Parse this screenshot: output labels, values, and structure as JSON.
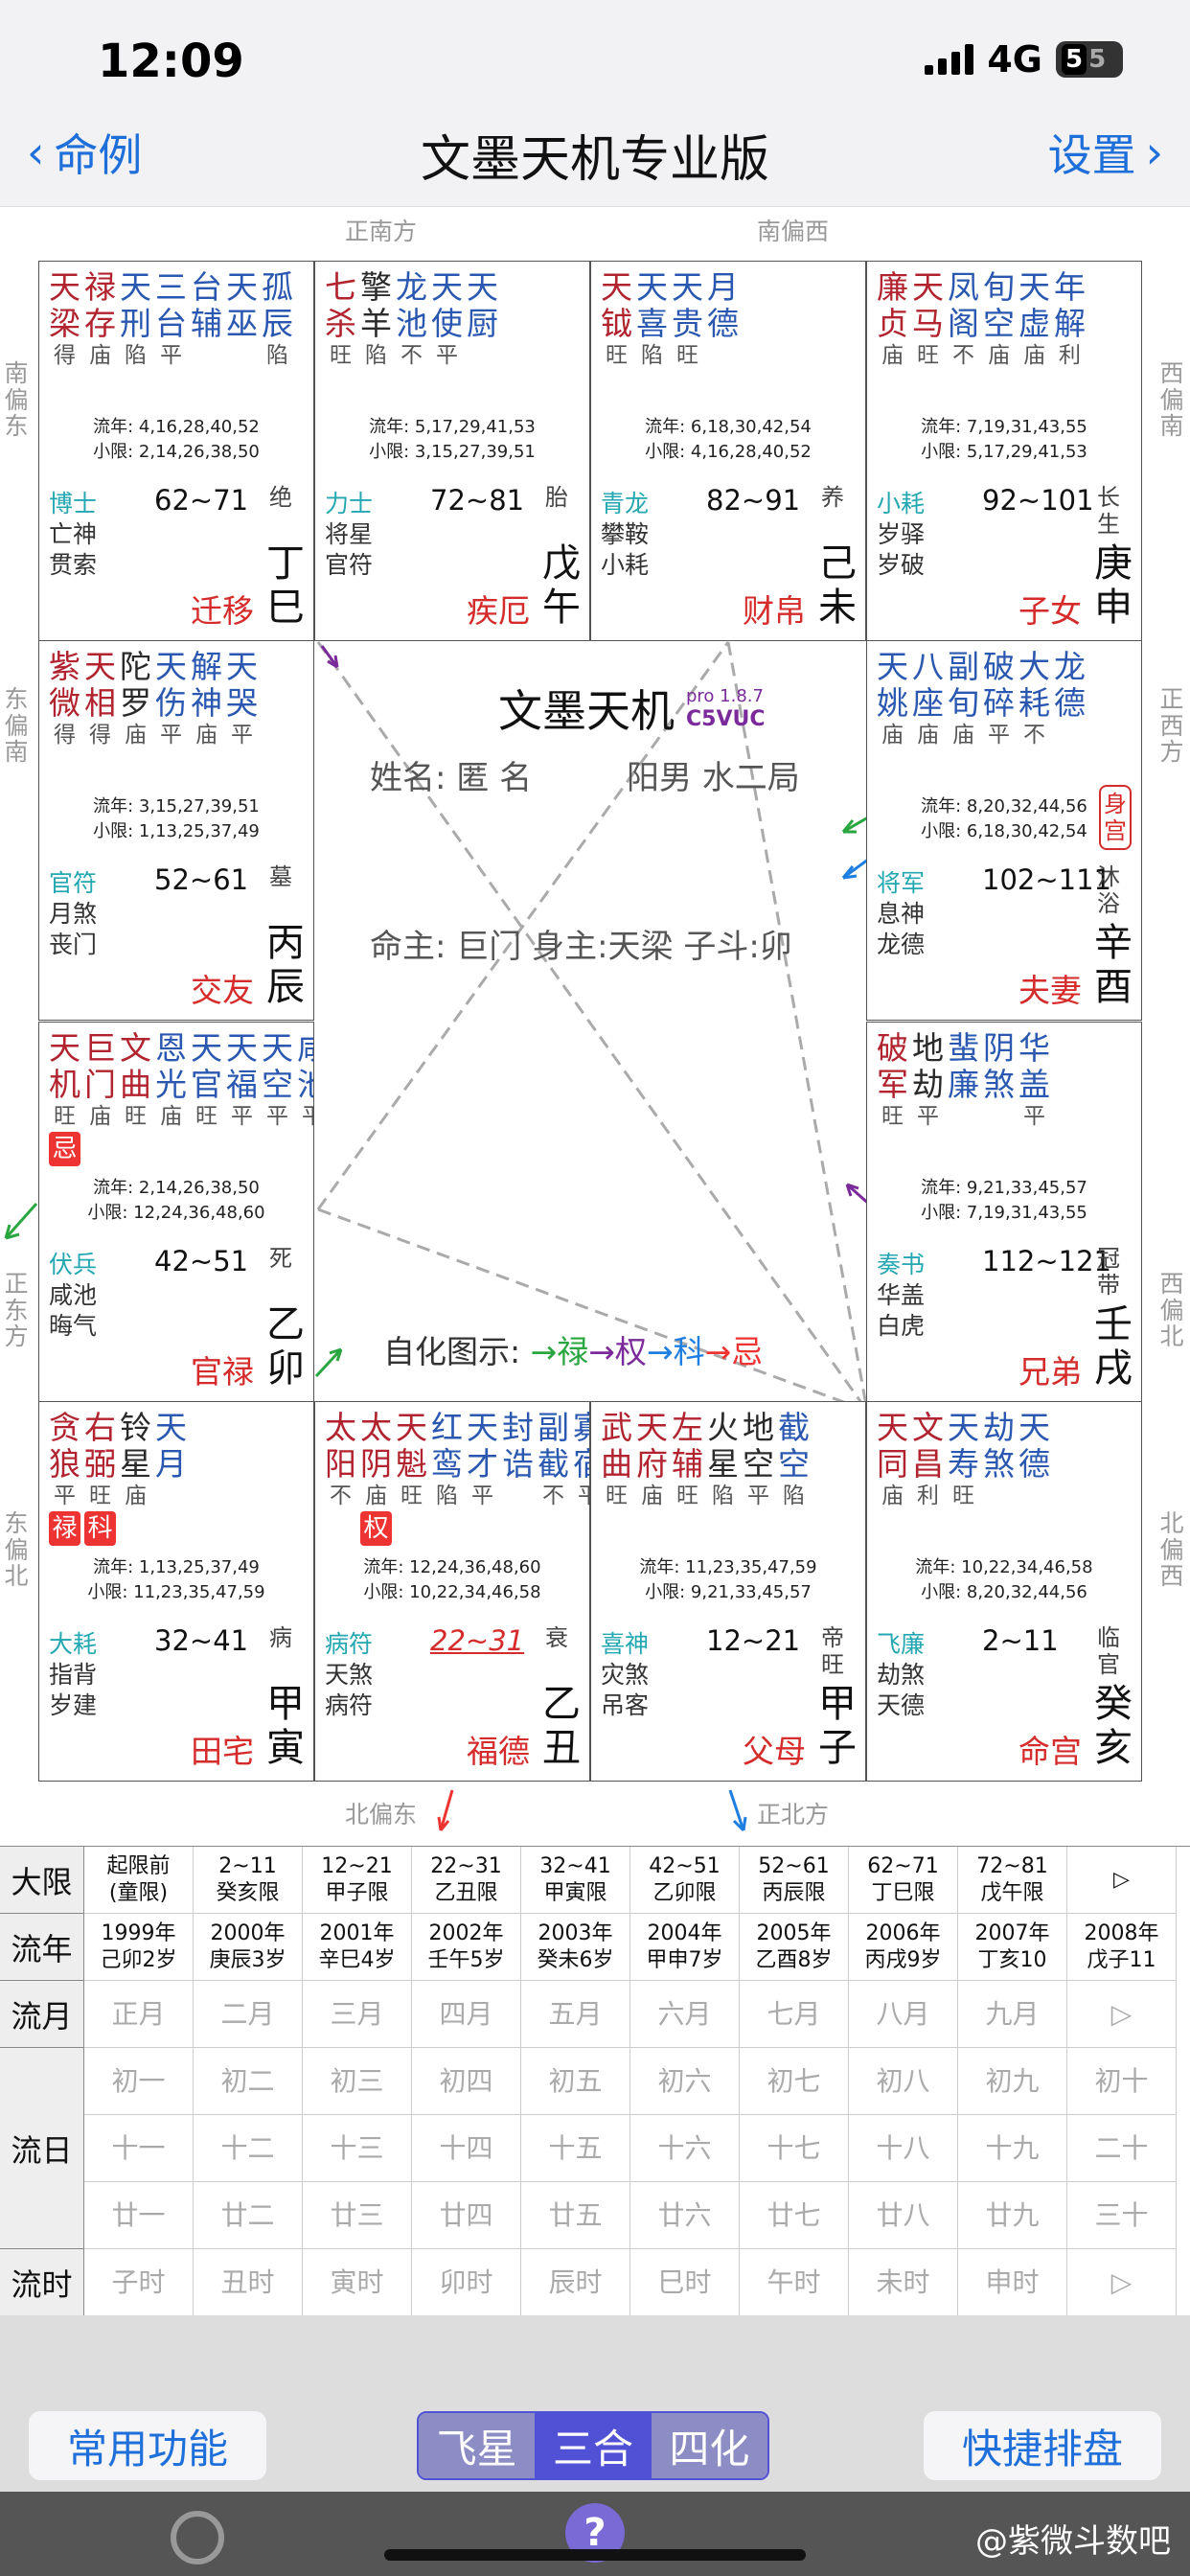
{
  "status": {
    "time": "12:09",
    "network": "4G",
    "battery_a": "5",
    "battery_b": "5"
  },
  "nav": {
    "back": "命例",
    "title": "文墨天机专业版",
    "settings": "设置"
  },
  "directions": {
    "top_left": "正南方",
    "top_right": "南偏西",
    "left1": "南偏东",
    "left2": "东偏南",
    "left3": "正东方",
    "left4": "东偏北",
    "right1": "西偏南",
    "right2": "正西方",
    "right3": "西偏北",
    "right4": "北偏西",
    "bottom_left": "北偏东",
    "bottom_right": "正北方"
  },
  "palaces": [
    {
      "stars": [
        {
          "c": "天",
          "b": "得",
          "col": "#b1232f"
        },
        {
          "c": "梁",
          "b": "",
          "col": "#b1232f"
        }
      ],
      "raw": ""
    },
    {
      "stars": [],
      "raw": ""
    }
  ],
  "center": {
    "title": "文墨天机",
    "version": "pro 1.8.7",
    "code": "C5VUC",
    "name": "姓名: 匿 名",
    "gender": "阳男 水二局",
    "ming": "命主: 巨门 身主:天梁 子斗:卯",
    "zihua_label": "自化图示:",
    "zihua_seq": [
      "→禄",
      "→权",
      "→科",
      "→忌"
    ]
  },
  "grid": {
    "labels": [
      "大限",
      "流年",
      "流月",
      "流日",
      "流时"
    ],
    "daxian": [
      [
        "起限前",
        "(童限)"
      ],
      [
        "2~11",
        "癸亥限"
      ],
      [
        "12~21",
        "甲子限"
      ],
      [
        "22~31",
        "乙丑限"
      ],
      [
        "32~41",
        "甲寅限"
      ],
      [
        "42~51",
        "乙卯限"
      ],
      [
        "52~61",
        "丙辰限"
      ],
      [
        "62~71",
        "丁巳限"
      ],
      [
        "72~81",
        "戊午限"
      ],
      [
        "▷",
        ""
      ]
    ],
    "liunian": [
      [
        "1999年",
        "己卯2岁"
      ],
      [
        "2000年",
        "庚辰3岁"
      ],
      [
        "2001年",
        "辛巳4岁"
      ],
      [
        "2002年",
        "壬午5岁"
      ],
      [
        "2003年",
        "癸未6岁"
      ],
      [
        "2004年",
        "甲申7岁"
      ],
      [
        "2005年",
        "乙酉8岁"
      ],
      [
        "2006年",
        "丙戌9岁"
      ],
      [
        "2007年",
        "丁亥10"
      ],
      [
        "2008年",
        "戊子11"
      ]
    ],
    "liuyue": [
      "正月",
      "二月",
      "三月",
      "四月",
      "五月",
      "六月",
      "七月",
      "八月",
      "九月",
      "▷"
    ],
    "liuri1": [
      "初一",
      "初二",
      "初三",
      "初四",
      "初五",
      "初六",
      "初七",
      "初八",
      "初九",
      "初十"
    ],
    "liuri2": [
      "十一",
      "十二",
      "十三",
      "十四",
      "十五",
      "十六",
      "十七",
      "十八",
      "十九",
      "二十"
    ],
    "liuri3": [
      "廿一",
      "廿二",
      "廿三",
      "廿四",
      "廿五",
      "廿六",
      "廿七",
      "廿八",
      "廿九",
      "三十"
    ],
    "liushi": [
      "子时",
      "丑时",
      "寅时",
      "卯时",
      "辰时",
      "巳时",
      "午时",
      "未时",
      "申时",
      "▷"
    ]
  },
  "tabbar": {
    "left": "常用功能",
    "seg": [
      "飞星",
      "三合",
      "四化"
    ],
    "right": "快捷排盘",
    "watermark": "@紫微斗数吧"
  },
  "cells": {
    "p0": {
      "stars": [
        [
          "天",
          "得",
          "#b1232f"
        ],
        [
          "禄",
          "庙",
          "#b1232f"
        ],
        [
          "天",
          "陷",
          "#2a58b0"
        ],
        [
          "三",
          "平",
          "#2a58b0"
        ],
        [
          "台",
          "",
          ""
        ],
        [
          "天",
          "",
          ""
        ],
        [
          "孤",
          "陷",
          "#2a58b0"
        ]
      ],
      "stars2": [
        [
          "梁",
          "",
          "#b1232f"
        ],
        [
          "存",
          "",
          "#b1232f"
        ],
        [
          "刑",
          "",
          "#2a58b0"
        ],
        [
          "台",
          "",
          "#2a58b0"
        ],
        [
          "辅",
          "",
          "#2a58b0"
        ],
        [
          "巫",
          "",
          "#2a58b0"
        ],
        [
          "辰",
          "",
          "#2a58b0"
        ]
      ],
      "flow1": "流年: 4,16,28,40,52",
      "flow2": "小限: 2,14,26,38,50",
      "shen": "博士",
      "sha1": "亡神",
      "sha2": "贯索",
      "range": "62~71",
      "stage": "绝",
      "pname": "迁移",
      "gz": "丁巳"
    },
    "p1": {
      "flow1": "流年: 5,17,29,41,53",
      "flow2": "小限: 3,15,27,39,51",
      "shen": "力士",
      "sha1": "将星",
      "sha2": "官符",
      "range": "72~81",
      "stage": "胎",
      "pname": "疾厄",
      "gz": "戊午"
    },
    "p2": {
      "flow1": "流年: 6,18,30,42,54",
      "flow2": "小限: 4,16,28,40,52",
      "shen": "青龙",
      "sha1": "攀鞍",
      "sha2": "小耗",
      "range": "82~91",
      "stage": "养",
      "pname": "财帛",
      "gz": "己未"
    },
    "p3": {
      "flow1": "流年: 7,19,31,43,55",
      "flow2": "小限: 5,17,29,41,53",
      "shen": "小耗",
      "sha1": "岁驿",
      "sha2": "岁破",
      "range": "92~101",
      "stage": "长生",
      "pname": "子女",
      "gz": "庚申"
    },
    "p4": {
      "flow1": "流年: 3,15,27,39,51",
      "flow2": "小限: 1,13,25,37,49",
      "shen": "官符",
      "sha1": "月煞",
      "sha2": "丧门",
      "range": "52~61",
      "stage": "墓",
      "pname": "交友",
      "gz": "丙辰"
    },
    "p5": {
      "flow1": "流年: 8,20,32,44,56",
      "flow2": "小限: 6,18,30,42,54",
      "shen": "将军",
      "sha1": "息神",
      "sha2": "龙德",
      "range": "102~111",
      "stage": "沐浴",
      "pname": "夫妻",
      "gz": "辛酉",
      "shengong": "身宫"
    },
    "p6": {
      "flow1": "流年: 2,14,26,38,50",
      "flow2": "小限: 12,24,36,48,60",
      "shen": "伏兵",
      "sha1": "咸池",
      "sha2": "晦气",
      "range": "42~51",
      "stage": "死",
      "pname": "官禄",
      "gz": "乙卯"
    },
    "p7": {
      "flow1": "流年: 9,21,33,45,57",
      "flow2": "小限: 7,19,31,43,55",
      "shen": "奏书",
      "sha1": "华盖",
      "sha2": "白虎",
      "range": "112~121",
      "stage": "冠带",
      "pname": "兄弟",
      "gz": "壬戌"
    },
    "p8": {
      "flow1": "流年: 1,13,25,37,49",
      "flow2": "小限: 11,23,35,47,59",
      "shen": "大耗",
      "sha1": "指背",
      "sha2": "岁建",
      "range": "32~41",
      "stage": "病",
      "pname": "田宅",
      "gz": "甲寅"
    },
    "p9": {
      "flow1": "流年: 12,24,36,48,60",
      "flow2": "小限: 10,22,34,46,58",
      "shen": "病符",
      "sha1": "天煞",
      "sha2": "病符",
      "range": "22~31",
      "stage": "衰",
      "pname": "福德",
      "gz": "乙丑"
    },
    "p10": {
      "flow1": "流年: 11,23,35,47,59",
      "flow2": "小限: 9,21,33,45,57",
      "shen": "喜神",
      "sha1": "灾煞",
      "sha2": "吊客",
      "range": "12~21",
      "stage": "帝旺",
      "pname": "父母",
      "gz": "甲子"
    },
    "p11": {
      "flow1": "流年: 10,22,34,46,58",
      "flow2": "小限: 8,20,32,44,56",
      "shen": "飞廉",
      "sha1": "劫煞",
      "sha2": "天德",
      "range": "2~11",
      "stage": "临官",
      "pname": "命宫",
      "gz": "癸亥"
    }
  },
  "starsets": {
    "p0": {
      "top": [
        "天",
        "禄",
        "天",
        "三",
        "台",
        "天",
        "孤"
      ],
      "bot": [
        "梁",
        "存",
        "刑",
        "台",
        "辅",
        "巫",
        "辰"
      ],
      "br": [
        "得",
        "庙",
        "陷",
        "平",
        "",
        "",
        "陷"
      ],
      "col": [
        "#b1232f",
        "#b1232f",
        "#2a58b0",
        "#2a58b0",
        "#2a58b0",
        "#2a58b0",
        "#2a58b0"
      ]
    },
    "p1": {
      "top": [
        "七",
        "擎",
        "龙",
        "天",
        "天"
      ],
      "bot": [
        "杀",
        "羊",
        "池",
        "使",
        "厨"
      ],
      "br": [
        "旺",
        "陷",
        "不",
        "平",
        ""
      ],
      "col": [
        "#b1232f",
        "#2a2a2a",
        "#2a58b0",
        "#2a58b0",
        "#2a58b0"
      ]
    },
    "p2": {
      "top": [
        "天",
        "天",
        "天",
        "月"
      ],
      "bot": [
        "钺",
        "喜",
        "贵",
        "德"
      ],
      "br": [
        "旺",
        "陷",
        "旺",
        ""
      ],
      "col": [
        "#b1232f",
        "#2a58b0",
        "#2a58b0",
        "#2a58b0"
      ]
    },
    "p3": {
      "top": [
        "廉",
        "天",
        "凤",
        "旬",
        "天",
        "年"
      ],
      "bot": [
        "贞",
        "马",
        "阁",
        "空",
        "虚",
        "解"
      ],
      "br": [
        "庙",
        "旺",
        "不",
        "庙",
        "庙",
        "利"
      ],
      "col": [
        "#b1232f",
        "#b1232f",
        "#2a58b0",
        "#2a58b0",
        "#2a58b0",
        "#2a58b0"
      ]
    },
    "p4": {
      "top": [
        "紫",
        "天",
        "陀",
        "天",
        "解",
        "天"
      ],
      "bot": [
        "微",
        "相",
        "罗",
        "伤",
        "神",
        "哭"
      ],
      "br": [
        "得",
        "得",
        "庙",
        "平",
        "庙",
        "平"
      ],
      "col": [
        "#b1232f",
        "#b1232f",
        "#2a2a2a",
        "#2a58b0",
        "#2a58b0",
        "#2a58b0"
      ]
    },
    "p5": {
      "top": [
        "天",
        "八",
        "副",
        "破",
        "大",
        "龙"
      ],
      "bot": [
        "姚",
        "座",
        "旬",
        "碎",
        "耗",
        "德"
      ],
      "br": [
        "庙",
        "庙",
        "庙",
        "平",
        "不",
        ""
      ],
      "col": [
        "#2a58b0",
        "#2a58b0",
        "#2a58b0",
        "#2a58b0",
        "#2a58b0",
        "#2a58b0"
      ]
    },
    "p6": {
      "top": [
        "天",
        "巨",
        "文",
        "恩",
        "天",
        "天",
        "天",
        "咸"
      ],
      "bot": [
        "机",
        "门",
        "曲",
        "光",
        "官",
        "福",
        "空",
        "池"
      ],
      "br": [
        "旺",
        "庙",
        "旺",
        "庙",
        "旺",
        "平",
        "平",
        "平"
      ],
      "col": [
        "#b1232f",
        "#b1232f",
        "#b1232f",
        "#2a58b0",
        "#2a58b0",
        "#2a58b0",
        "#2a58b0",
        "#2a58b0"
      ],
      "sihua": [
        "忌"
      ]
    },
    "p7": {
      "top": [
        "破",
        "地",
        "蜚",
        "阴",
        "华"
      ],
      "bot": [
        "军",
        "劫",
        "廉",
        "煞",
        "盖"
      ],
      "br": [
        "旺",
        "平",
        "",
        "",
        "平"
      ],
      "col": [
        "#b1232f",
        "#2a2a2a",
        "#2a58b0",
        "#2a58b0",
        "#2a58b0"
      ]
    },
    "p8": {
      "top": [
        "贪",
        "右",
        "铃",
        "天"
      ],
      "bot": [
        "狼",
        "弼",
        "星",
        "月"
      ],
      "br": [
        "平",
        "旺",
        "庙",
        ""
      ],
      "col": [
        "#b1232f",
        "#b1232f",
        "#2a2a2a",
        "#2a58b0"
      ],
      "sihua": [
        "禄",
        "科"
      ]
    },
    "p9": {
      "top": [
        "太",
        "太",
        "天",
        "红",
        "天",
        "封",
        "副",
        "寡"
      ],
      "bot": [
        "阳",
        "阴",
        "魁",
        "鸾",
        "才",
        "诰",
        "截",
        "宿"
      ],
      "br": [
        "不",
        "庙",
        "旺",
        "陷",
        "平",
        "",
        "不",
        "平"
      ],
      "col": [
        "#b1232f",
        "#b1232f",
        "#b1232f",
        "#2a58b0",
        "#2a58b0",
        "#2a58b0",
        "#2a58b0",
        "#2a58b0"
      ],
      "sihua": [
        "",
        "权"
      ]
    },
    "p10": {
      "top": [
        "武",
        "天",
        "左",
        "火",
        "地",
        "截"
      ],
      "bot": [
        "曲",
        "府",
        "辅",
        "星",
        "空",
        "空"
      ],
      "br": [
        "旺",
        "庙",
        "旺",
        "陷",
        "平",
        "陷"
      ],
      "col": [
        "#b1232f",
        "#b1232f",
        "#b1232f",
        "#2a2a2a",
        "#2a2a2a",
        "#2a58b0"
      ]
    },
    "p11": {
      "top": [
        "天",
        "文",
        "天",
        "劫",
        "天"
      ],
      "bot": [
        "同",
        "昌",
        "寿",
        "煞",
        "德"
      ],
      "br": [
        "庙",
        "利",
        "旺",
        "",
        ""
      ],
      "col": [
        "#b1232f",
        "#b1232f",
        "#2a58b0",
        "#2a58b0",
        "#2a58b0"
      ]
    }
  }
}
